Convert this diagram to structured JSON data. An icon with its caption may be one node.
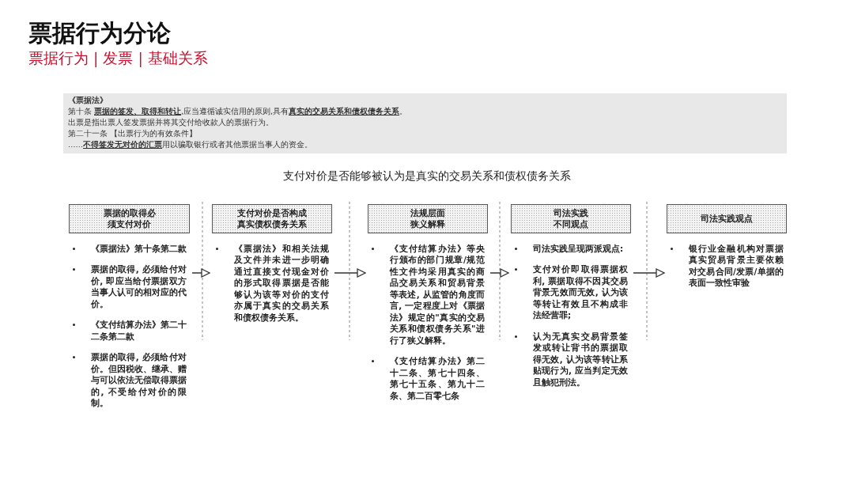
{
  "diagram": {
    "title": "票据行为分论",
    "nodes": [
      {
        "text": [
          "票据的取得必须支付对价",
          "《票据法》第十条第二款",
          "票据的取得, 必须给付对价, 即应当给付票据双方当事人认可的相对应的代价。",
          "《支付结算办法》第二十二条第二款",
          "票据的取得, 必须给付对价。但因税收、继承、赠与可以依法无偿取得票据的, 不受给付对价的限制。"
        ]
      },
      {
        "text": [
          "支付对价是否构成真实债权债务关系",
          "《票据法》和相关法规及文件并未进一步明确通过直接支付现金对价的形式取得票据是否能够认为该等对价的支付亦属于真实的交易关系和债权债务关系。"
        ]
      },
      {
        "text": [
          "法规层面狭义解释",
          "《支付结算办法》等央行颁布的部门规章/规范性文件均采用真实的商品交易关系和贸易背景等表述, 从监管的角度而言, 一定程度上对《票据法》规定的\"真实的交易关系和债权债务关系\"进行了狭义解释。",
          "《支付结算办法》第二十二条、第七十四条、第七十五条、第九十二条、第二百零七条"
        ]
      },
      {
        "text": [
          "司法实践不同观点",
          "司法实践呈现两派观点:",
          "支付对价即取得票据权利, 票据取得不因其交易背景无效而无效, 认为该等转让有效且不构成非法经营罪;",
          "认为无真实交易背景签发或转让背书的票据取得无效, 认为该等转让系贴现行为, 应当判定无效且触犯刑法。"
        ]
      },
      {
        "text": [
          "司法实践观点",
          "银行业金融机构对票据真实贸易背景主要依赖对交易合同/发票/单据的表面一致性审验"
        ]
      }
    ],
    "edges": [
      {
        "from": 0,
        "to": 1,
        "arrow": "to"
      },
      {
        "from": 1,
        "to": 2,
        "arrow": "to"
      },
      {
        "from": 2,
        "to": 3,
        "arrow": "to"
      },
      {
        "from": 3,
        "to": 4,
        "arrow": "to"
      }
    ],
    "labels": [
      "票据行为 | 发票 | 基础关系",
      "《票据法》",
      "第十条 **票据的签发、取得和转让**,应当遵循诚实信用的原则,具有**真实的交易关系和债权债务关系**。",
      "出票是指出票人签发票据并将其交付给收款人的票据行为。",
      "第二十一条 【出票行为的有效条件】",
      "……**不得签发无对价的汇票**用以骗取银行或者其他票据当事人的资金。",
      "支付对价是否能够被认为是真实的交易关系和债权债务关系"
    ]
  }
}
